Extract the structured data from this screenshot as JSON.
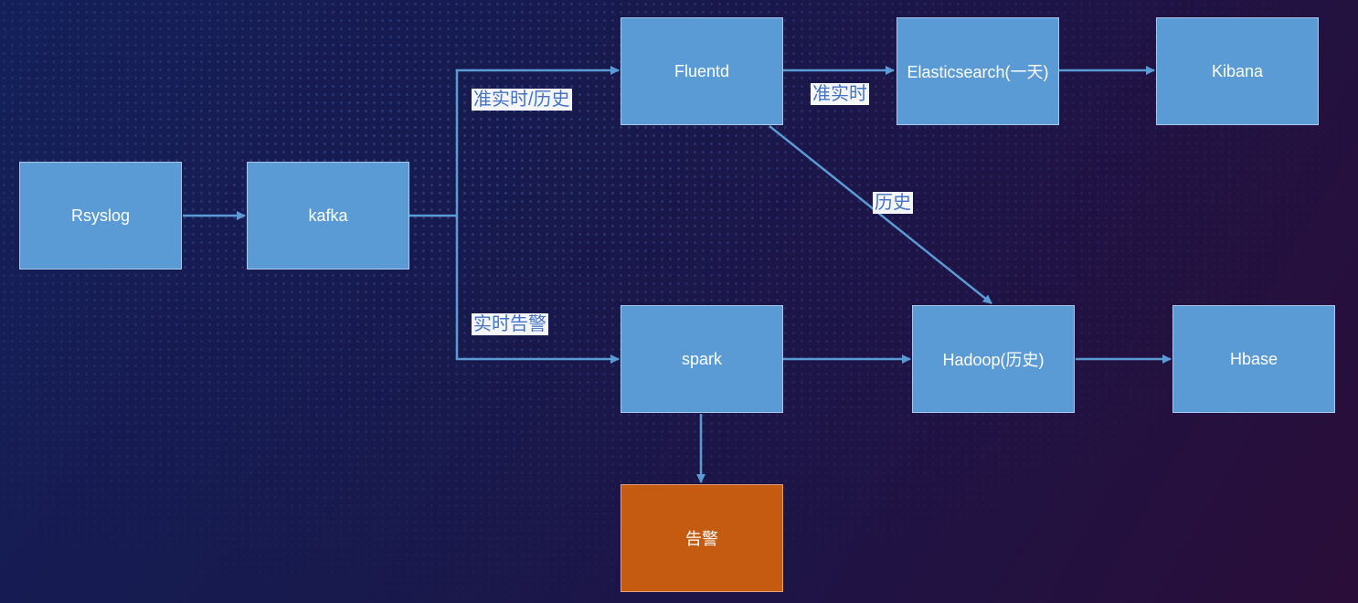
{
  "nodes": {
    "rsyslog": "Rsyslog",
    "kafka": "kafka",
    "fluentd": "Fluentd",
    "elasticsearch": "Elasticsearch(一天)",
    "kibana": "Kibana",
    "spark": "spark",
    "hadoop": "Hadoop(历史)",
    "hbase": "Hbase",
    "alert": "告警"
  },
  "edge_labels": {
    "kafka_to_fluentd": "准实时/历史",
    "kafka_to_spark": "实时告警",
    "fluentd_to_elasticsearch": "准实时",
    "fluentd_to_hadoop": "历史"
  },
  "colors": {
    "node_fill": "#5b9bd5",
    "alert_fill": "#c55a11",
    "connector": "#5b9bd5"
  }
}
